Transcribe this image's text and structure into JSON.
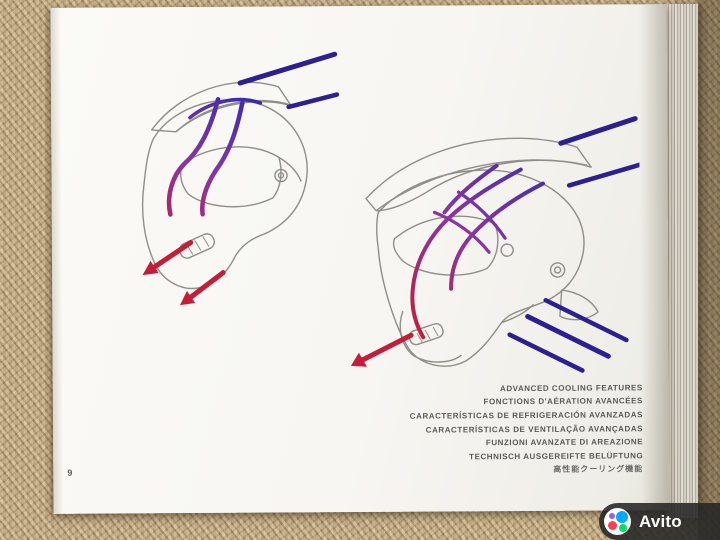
{
  "photo": {
    "page_number": "9",
    "captions": [
      "ADVANCED COOLING FEATURES",
      "FONCTIONS D'AÉRATION AVANCÉES",
      "CARACTERÍSTICAS DE REFRIGERACIÓN AVANZADAS",
      "CARACTERÍSTICAS DE VENTILAÇÃO AVANÇADAS",
      "FUNZIONI AVANZATE DI AREAZIONE",
      "TECHNISCH AUSGEREIFTE BELÜFTUNG",
      "高性能クーリング機能"
    ],
    "illustrations": [
      {
        "name": "motocross-helmet-front-quarter-view-with-airflow"
      },
      {
        "name": "motocross-helmet-side-view-with-airflow"
      }
    ],
    "colors": {
      "airflow_intake": "#2c2090",
      "airflow_exhaust": "#c41d3a",
      "line_art": "#908e86"
    }
  },
  "watermark": {
    "label": "Avito",
    "logo_colors": {
      "blue": "#00aaff",
      "red": "#ff4053",
      "green": "#04e061",
      "purple": "#965eeb"
    }
  }
}
